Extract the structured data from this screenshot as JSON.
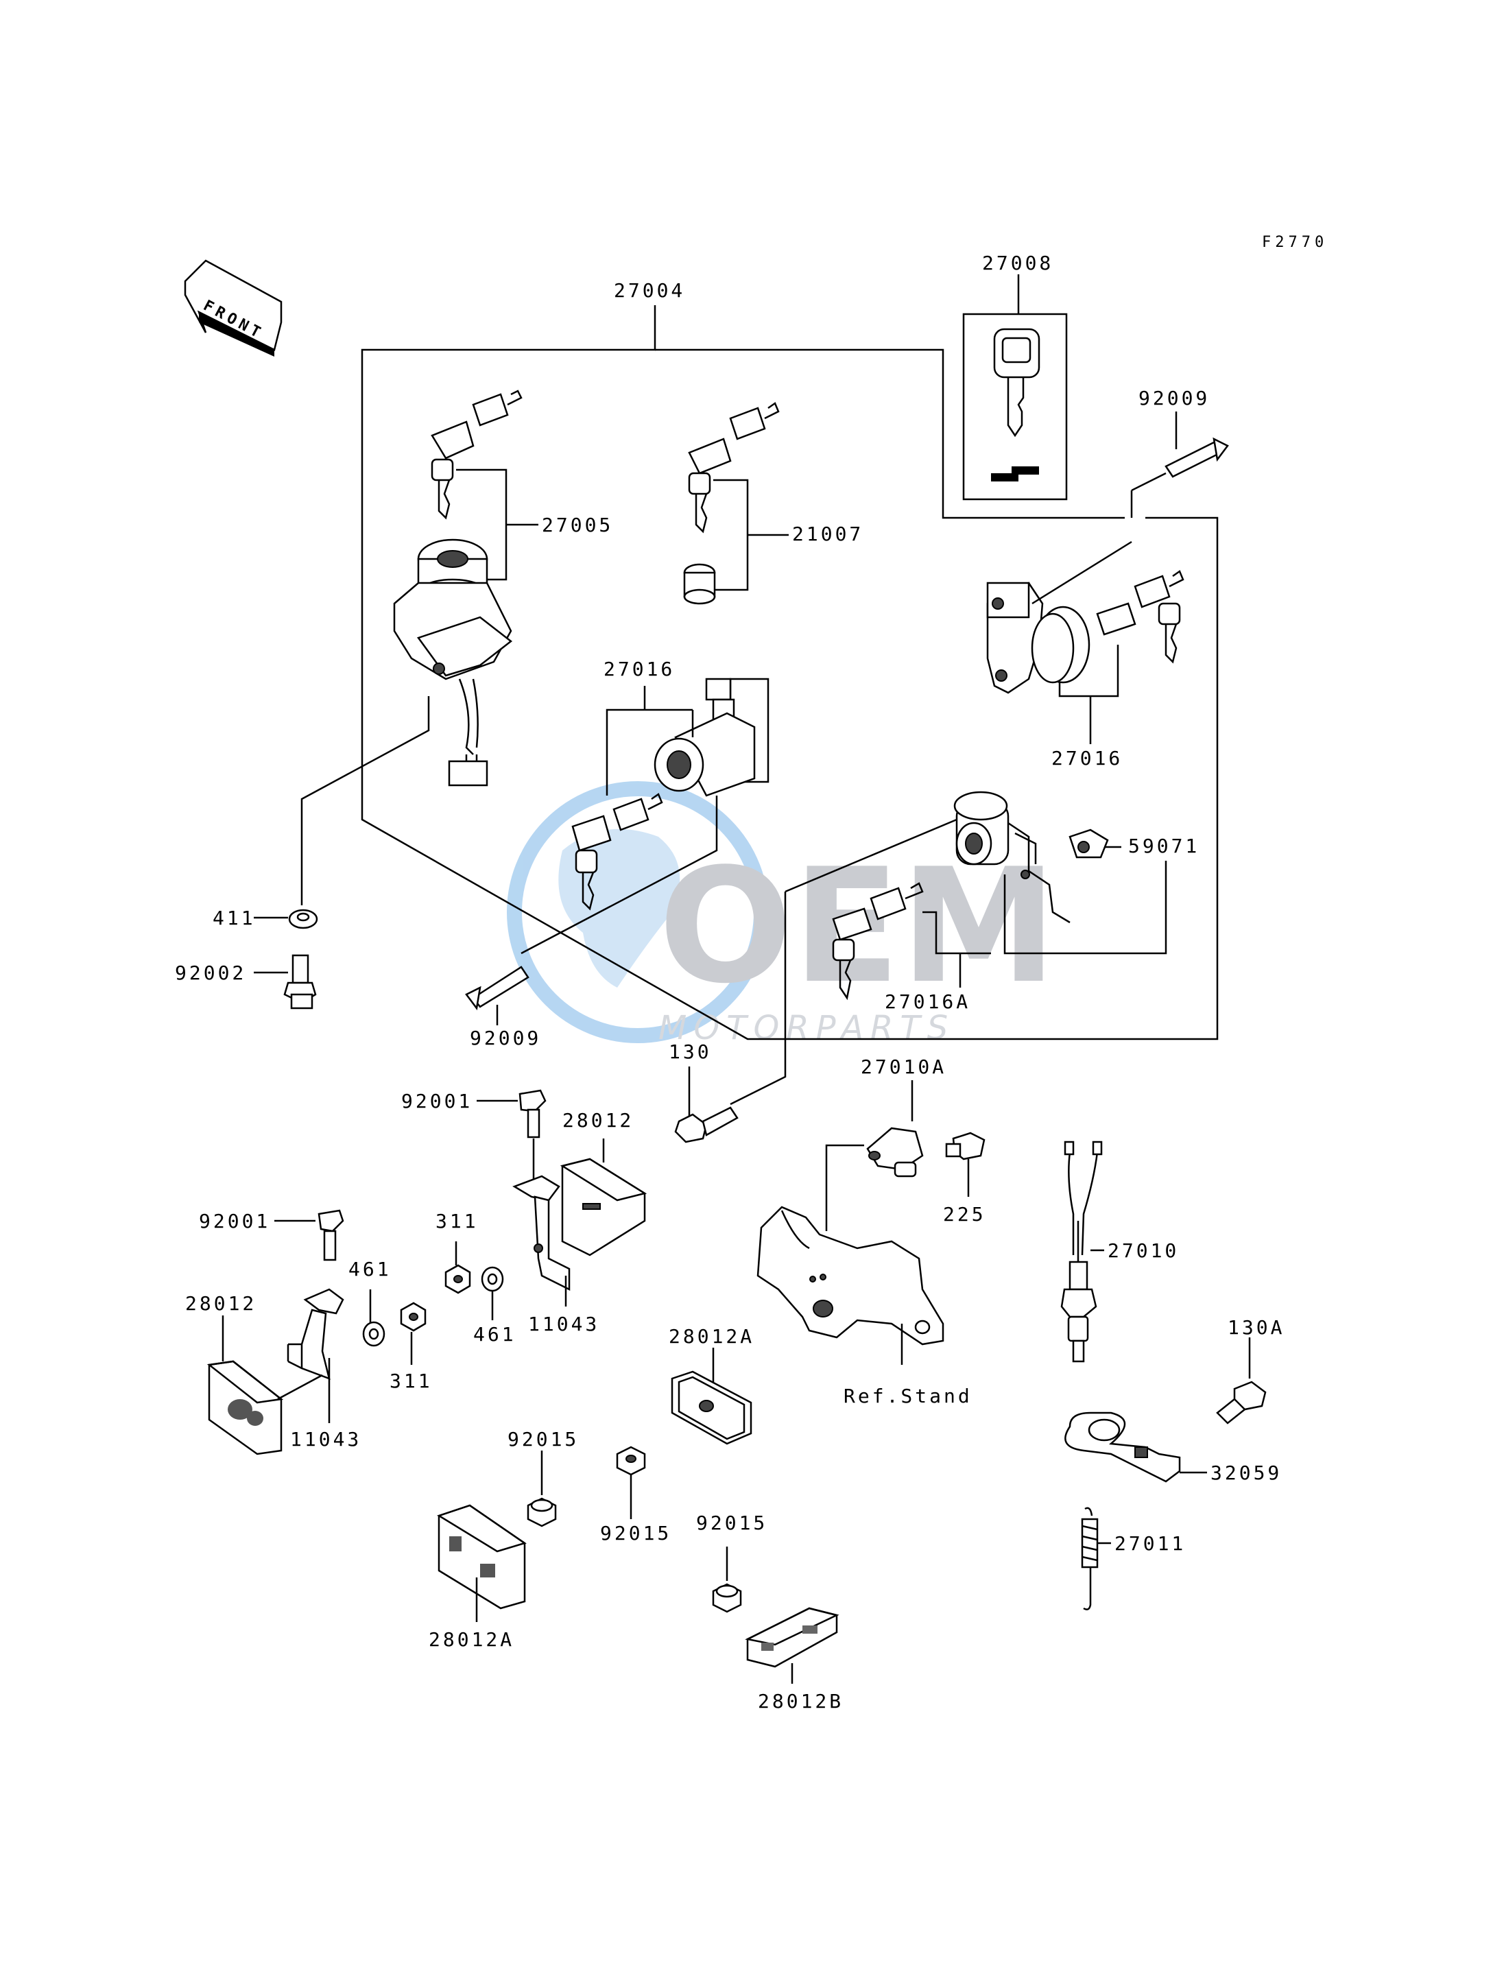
{
  "figure_code": "F2770",
  "front_label": "FRONT",
  "watermark": {
    "brand": "OEM",
    "sub": "MOTORPARTS"
  },
  "callouts": {
    "p27004": "27004",
    "p27008": "27008",
    "p92009_top": "92009",
    "p27005": "27005",
    "p21007": "21007",
    "p27016_center": "27016",
    "p27016_right": "27016",
    "p59071": "59071",
    "p27016A": "27016A",
    "p411": "411",
    "p92002": "92002",
    "p92009_bottom": "92009",
    "p130": "130",
    "p27010A": "27010A",
    "p92001_mid": "92001",
    "p28012_mid": "28012",
    "p225": "225",
    "p27010": "27010",
    "p92001_left": "92001",
    "p311_mid": "311",
    "p461_left": "461",
    "p28012_left": "28012",
    "p461_mid": "461",
    "p11043_mid": "11043",
    "p130A": "130A",
    "p28012A_mid": "28012A",
    "p311_left": "311",
    "ref_stand": "Ref.Stand",
    "p11043_left": "11043",
    "p32059": "32059",
    "p92015_left": "92015",
    "p92015_mid": "92015",
    "p92015_right": "92015",
    "p27011": "27011",
    "p28012A_bottom": "28012A",
    "p28012B": "28012B"
  }
}
